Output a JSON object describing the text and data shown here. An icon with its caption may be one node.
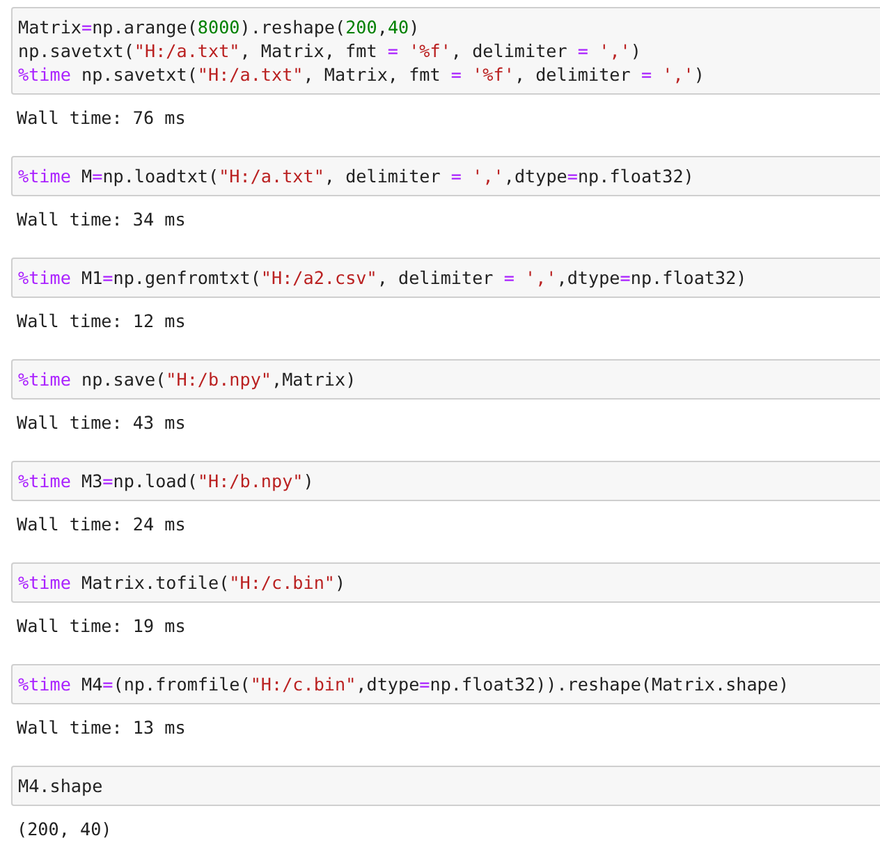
{
  "diagram": {
    "nodes": [
      {
        "text": [
          "Matrix=np.arange(8000).reshape(200,40)",
          "np.savetxt(\"H:/a.txt\", Matrix, fmt = '%f', delimiter = ',')",
          "%time np.savetxt(\"H:/a.txt\", Matrix, fmt = '%f', delimiter = ',')"
        ],
        "beside": [
          "Wall time: 76 ms"
        ]
      },
      {
        "text": [
          "%time M=np.loadtxt(\"H:/a.txt\", delimiter = ',',dtype=np.float32)"
        ],
        "beside": [
          "Wall time: 34 ms"
        ]
      },
      {
        "text": [
          "%time M1=np.genfromtxt(\"H:/a2.csv\", delimiter = ',',dtype=np.float32)"
        ],
        "beside": [
          "Wall time: 12 ms"
        ]
      },
      {
        "text": [
          "%time np.save(\"H:/b.npy\",Matrix)"
        ],
        "beside": [
          "Wall time: 43 ms"
        ]
      },
      {
        "text": [
          "%time M3=np.load(\"H:/b.npy\")"
        ],
        "beside": [
          "Wall time: 24 ms"
        ]
      },
      {
        "text": [
          "%time Matrix.tofile(\"H:/c.bin\")"
        ],
        "beside": [
          "Wall time: 19 ms"
        ]
      },
      {
        "text": [
          "%time M4=(np.fromfile(\"H:/c.bin\",dtype=np.float32)).reshape(Matrix.shape)"
        ],
        "beside": [
          "Wall time: 13 ms"
        ]
      },
      {
        "text": [
          "M4.shape"
        ],
        "beside": [
          "(200, 40)"
        ]
      }
    ]
  }
}
